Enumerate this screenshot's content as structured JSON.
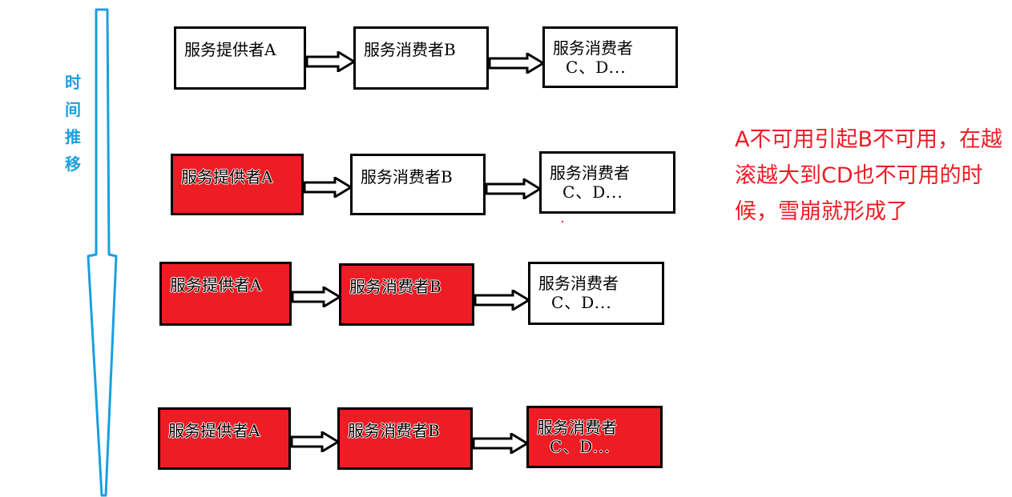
{
  "time_label": [
    "时",
    "间",
    "推",
    "移"
  ],
  "rows": [
    {
      "provider": {
        "label": "服务提供者A",
        "failed": false
      },
      "consumer_b": {
        "label": "服务消费者B",
        "failed": false
      },
      "consumer_cd": {
        "label_line1": "服务消费者",
        "label_line2": "C、D...",
        "failed": false
      }
    },
    {
      "provider": {
        "label": "服务提供者A",
        "failed": true
      },
      "consumer_b": {
        "label": "服务消费者B",
        "failed": false
      },
      "consumer_cd": {
        "label_line1": "服务消费者",
        "label_line2": "C、D...",
        "failed": false
      }
    },
    {
      "provider": {
        "label": "服务提供者A",
        "failed": true
      },
      "consumer_b": {
        "label": "服务消费者B",
        "failed": true
      },
      "consumer_cd": {
        "label_line1": "服务消费者",
        "label_line2": "C、D...",
        "failed": false
      }
    },
    {
      "provider": {
        "label": "服务提供者A",
        "failed": true
      },
      "consumer_b": {
        "label": "服务消费者B",
        "failed": true
      },
      "consumer_cd": {
        "label_line1": "服务消费者",
        "label_line2": "C、D...",
        "failed": true
      }
    }
  ],
  "note": "A不可用引起B不可用，在越滚越大到CD也不可用的时候，雪崩就形成了",
  "colors": {
    "failed": "#ee1c24",
    "timeline": "#1a9fe0",
    "note": "#ee1c24"
  }
}
